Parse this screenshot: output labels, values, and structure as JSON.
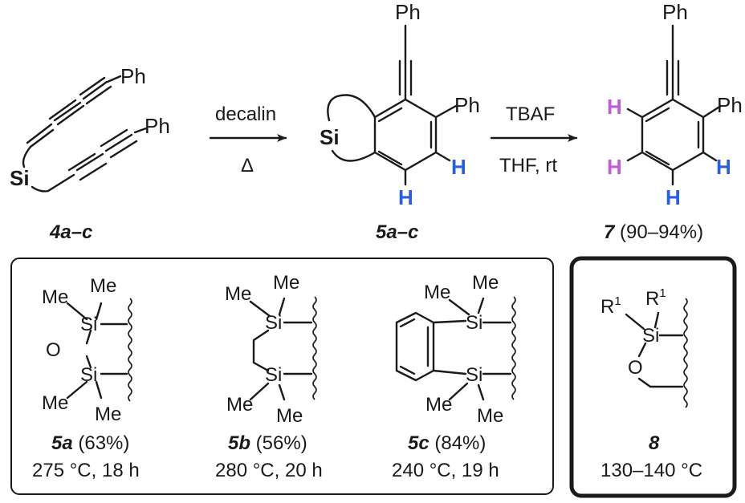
{
  "colors": {
    "ink": "#1a1a1a",
    "blue_h": "#2b5fe0",
    "pink_h": "#c05cd6"
  },
  "reaction": {
    "start_ph_top": "Ph",
    "start_ph_bottom": "Ph",
    "start_si": "Si",
    "start_label": "4a–c",
    "step1_reagent": "decalin",
    "step1_condition": "Δ",
    "mid_ph_top": "Ph",
    "mid_ph_side": "Ph",
    "mid_si": "Si",
    "mid_h_right": "H",
    "mid_h_bottom": "H",
    "mid_label": "5a–c",
    "step2_reagent": "TBAF",
    "step2_condition": "THF, rt",
    "prod_ph_top": "Ph",
    "prod_ph_side": "Ph",
    "prod_h_upper_left": "H",
    "prod_h_lower_left": "H",
    "prod_h_right": "H",
    "prod_h_bottom": "H",
    "prod_label_num": "7",
    "prod_label_yield": " (90–94%)"
  },
  "panel": {
    "a": {
      "me1": "Me",
      "me2": "Me",
      "si1": "Si",
      "o": "O",
      "si2": "Si",
      "me3": "Me",
      "me4": "Me",
      "name": "5a",
      "yield": " (63%)",
      "conditions": "275 °C, 18 h"
    },
    "b": {
      "me1": "Me",
      "me2": "Me",
      "si1": "Si",
      "si2": "Si",
      "me3": "Me",
      "me4": "Me",
      "name": "5b",
      "yield": " (56%)",
      "conditions": "280 °C, 20 h"
    },
    "c": {
      "me1": "Me",
      "me2": "Me",
      "si1": "Si",
      "si2": "Si",
      "me3": "Me",
      "me4": "Me",
      "name": "5c",
      "yield": " (84%)",
      "conditions": "240 °C, 19 h"
    }
  },
  "box8": {
    "r1_left": "R",
    "r1_left_sup": "1",
    "r1_right": "R",
    "r1_right_sup": "1",
    "si": "Si",
    "o": "O",
    "name": "8",
    "conditions": "130–140 °C"
  }
}
